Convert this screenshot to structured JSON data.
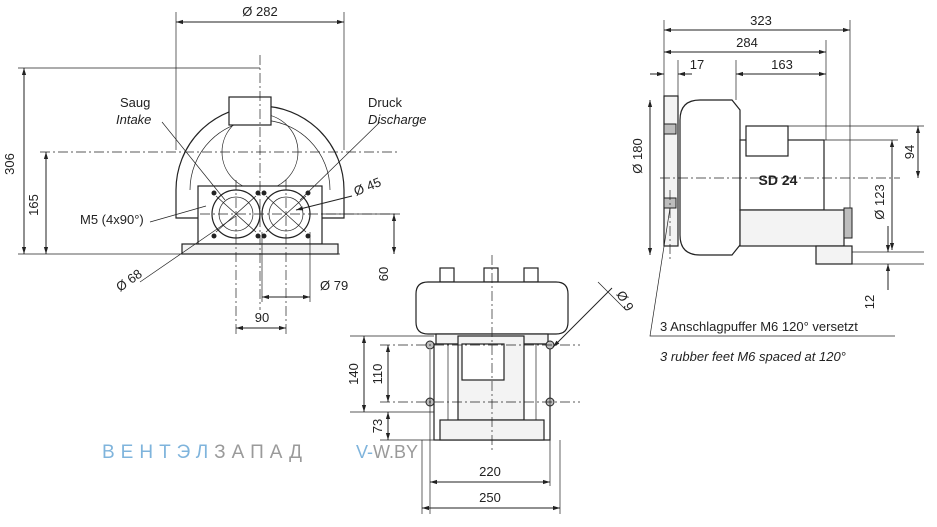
{
  "front": {
    "dia_282": "Ø 282",
    "h_306": "306",
    "h_165": "165",
    "saug": "Saug",
    "intake": "Intake",
    "druck": "Druck",
    "discharge": "Discharge",
    "m5": "M5 (4x90°)",
    "dia_45": "Ø 45",
    "dia_68": "Ø 68",
    "dia_79": "Ø 79",
    "h_60": "60",
    "w_90": "90"
  },
  "bottom": {
    "dia_9": "Ø 9",
    "h_140": "140",
    "h_110": "110",
    "h_73": "73",
    "w_220": "220",
    "w_250": "250"
  },
  "side": {
    "w_323": "323",
    "w_284": "284",
    "w_17": "17",
    "w_163": "163",
    "dia_180": "Ø 180",
    "h_94": "94",
    "model": "SD 24",
    "dia_123": "Ø 123",
    "h_12": "12",
    "note_de": "3 Anschlagpuffer M6 120° versetzt",
    "note_en": "3 rubber feet M6 spaced at 120°"
  },
  "watermark": {
    "brand_a": "ВЕНТЭЛ",
    "brand_b": "ЗАПАД",
    "domain_a": "V-",
    "domain_b": "W.BY",
    "color_a": "#7fb4dc",
    "color_b": "#9a9a9a"
  }
}
